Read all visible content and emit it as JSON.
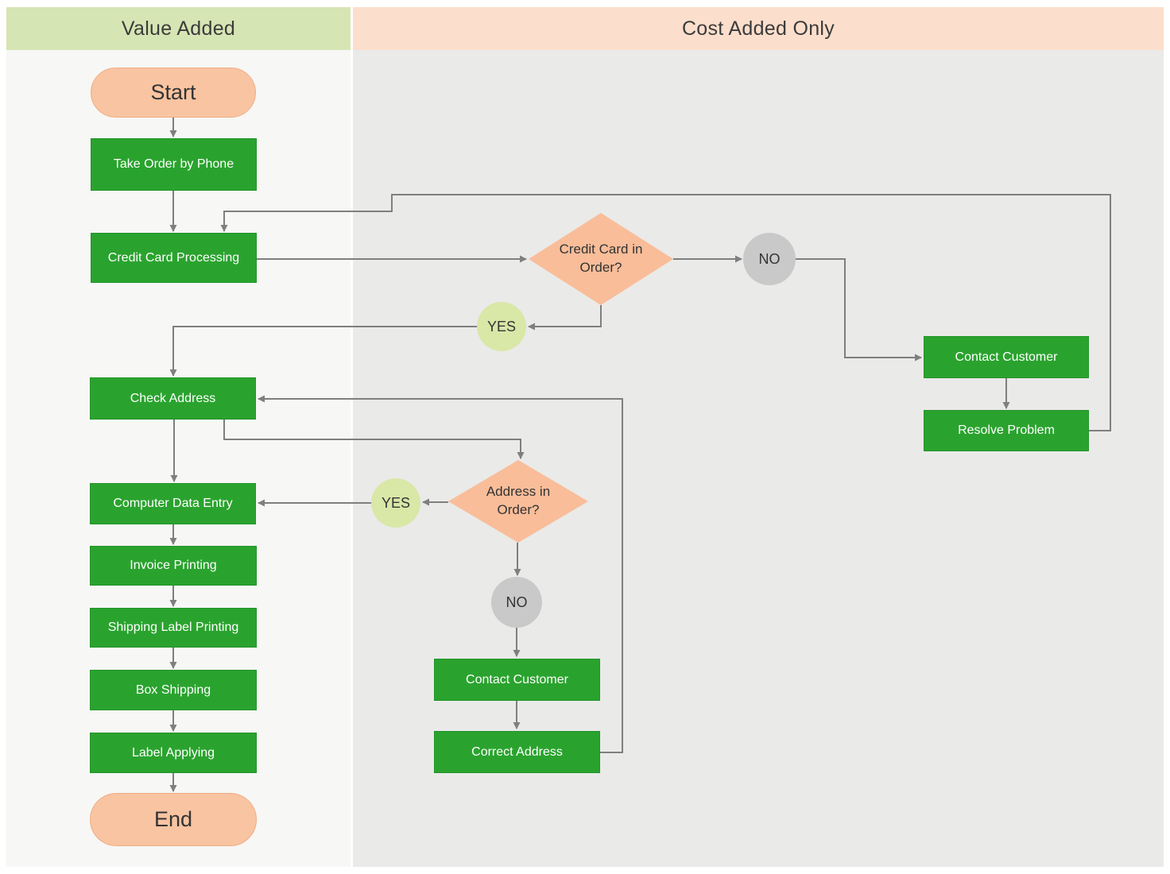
{
  "lanes": {
    "value_added": {
      "title": "Value Added"
    },
    "cost_added_only": {
      "title": "Cost Added Only"
    }
  },
  "nodes": {
    "start": {
      "label": "Start",
      "type": "terminator"
    },
    "take_order_by_phone": {
      "label": "Take Order by Phone",
      "type": "process"
    },
    "credit_card_processing": {
      "label": "Credit Card Processing",
      "type": "process"
    },
    "credit_card_in_order": {
      "label": "Credit Card in Order?",
      "type": "decision"
    },
    "no_credit_card": {
      "label": "NO",
      "type": "connector-circle"
    },
    "yes_credit_card": {
      "label": "YES",
      "type": "connector-circle"
    },
    "contact_customer_credit": {
      "label": "Contact Customer",
      "type": "process"
    },
    "resolve_problem": {
      "label": "Resolve Problem",
      "type": "process"
    },
    "check_address": {
      "label": "Check Address",
      "type": "process"
    },
    "address_in_order": {
      "label": "Address in Order?",
      "type": "decision"
    },
    "yes_address": {
      "label": "YES",
      "type": "connector-circle"
    },
    "no_address": {
      "label": "NO",
      "type": "connector-circle"
    },
    "contact_customer_address": {
      "label": "Contact Customer",
      "type": "process"
    },
    "correct_address": {
      "label": "Correct Address",
      "type": "process"
    },
    "computer_data_entry": {
      "label": "Computer Data Entry",
      "type": "process"
    },
    "invoice_printing": {
      "label": "Invoice Printing",
      "type": "process"
    },
    "shipping_label_printing": {
      "label": "Shipping Label Printing",
      "type": "process"
    },
    "box_shipping": {
      "label": "Box Shipping",
      "type": "process"
    },
    "label_applying": {
      "label": "Label Applying",
      "type": "process"
    },
    "end": {
      "label": "End",
      "type": "terminator"
    }
  },
  "colors": {
    "lane_value_added_header": "#d6e5b4",
    "lane_cost_added_header": "#fbdecb",
    "lane_value_added_body": "#f7f7f6",
    "lane_cost_added_body": "#eaeae9",
    "process_fill": "#2aa32e",
    "process_text": "#ffffff",
    "terminator_fill": "#f9c4a1",
    "decision_fill": "#f9bd99",
    "no_circle_fill": "#c9c9c9",
    "yes_circle_fill": "#d9e7a7",
    "connector_line": "#7f7f7f",
    "header_text": "#3b3b3b"
  }
}
